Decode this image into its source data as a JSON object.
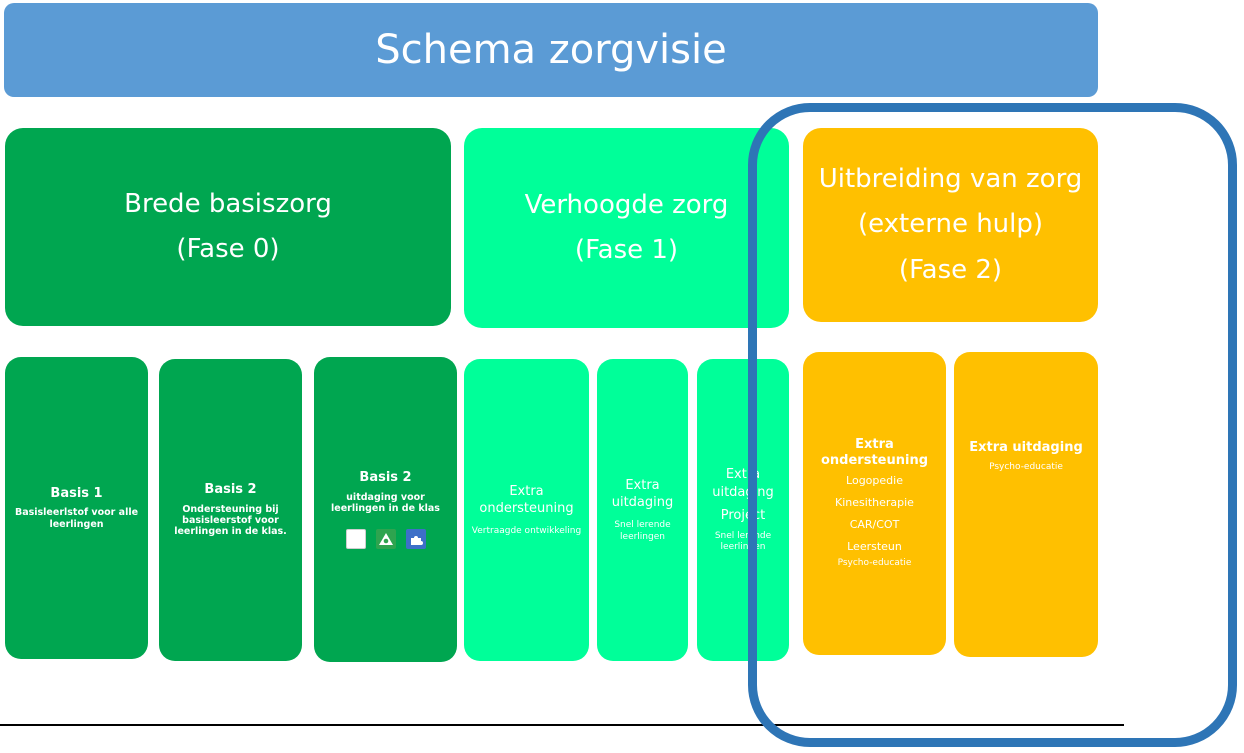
{
  "title": "Schema zorgvisie",
  "phases": [
    {
      "name": "Brede basiszorg",
      "phase": "(Fase 0)",
      "color": "#00a650"
    },
    {
      "name": "Verhoogde zorg",
      "phase": "(Fase 1)",
      "color": "#00ff99"
    },
    {
      "name_line1": "Uitbreiding van zorg",
      "name_line2": "(externe hulp)",
      "phase": "(Fase 2)",
      "color": "#ffc000"
    }
  ],
  "basis_cards": [
    {
      "title": "Basis 1",
      "text": "Basisleerlstof voor alle leerlingen"
    },
    {
      "title": "Basis 2",
      "text": "Ondersteuning bij basisleerstof voor leerlingen in de klas."
    },
    {
      "title": "Basis 2",
      "text": "uitdaging voor leerlingen in de klas",
      "icons": [
        "blank-icon",
        "triangle-icon",
        "puzzle-icon"
      ]
    }
  ],
  "verhoogde_cards": [
    {
      "title": "Extra ondersteuning",
      "text": "Vertraagde ontwikkeling"
    },
    {
      "title": "Extra uitdaging",
      "text": "Snel lerende leerlingen"
    },
    {
      "title": "Extra uitdaging",
      "title2": "Project",
      "text": "Snel lerende leerlingen"
    }
  ],
  "uitbreiding_cards": [
    {
      "title": "Extra ondersteuning",
      "items": [
        "Logopedie",
        "Kinesitherapie",
        "CAR/COT",
        "Leersteun"
      ],
      "last": "Psycho-educatie"
    },
    {
      "title": "Extra uitdaging",
      "text": "Psycho-educatie"
    }
  ],
  "colors": {
    "title_bar": "#5b9bd5",
    "highlight": "#2e75b6"
  }
}
